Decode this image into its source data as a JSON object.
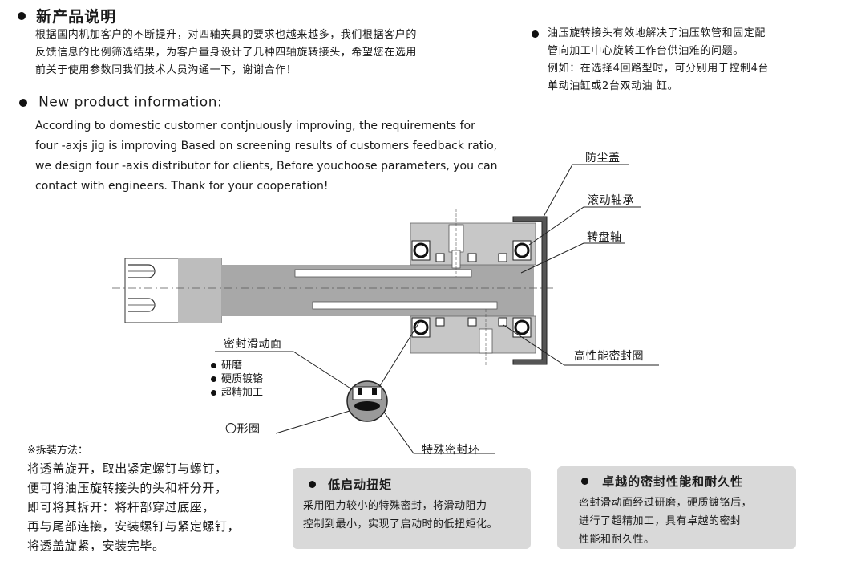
{
  "new_product": {
    "title_cn": "新产品说明",
    "para_cn": [
      "根据国内机加客户的不断提升，对四轴夹具的要求也越来越多，我们根据客户的",
      "反馈信息的比例筛选结果，为客户量身设计了几种四轴旋转接头，希望您在选用",
      "前关于使用参数同我们技术人员沟通一下，谢谢合作！"
    ],
    "title_en": "New product information:",
    "para_en": [
      "According to domestic customer contjnuously improving, the requirements for",
      "four -axjs jig is improving Based on screening results of customers feedback ratio,",
      "we design four -axis distributor for clients, Before youchoose parameters, you can",
      "contact with engineers. Thank for your cooperation!"
    ]
  },
  "right_note": {
    "lines": [
      "油压旋转接头有效地解决了油压软管和固定配",
      "管向加工中心旋转工作台供油难的问题。",
      "例如：在选择4回路型时，可分别用于控制4台",
      "单动油缸或2台双动油 缸。"
    ]
  },
  "diagram_labels": {
    "dust_cover": "防尘盖",
    "rolling_bearing": "滚动轴承",
    "turntable_shaft": "转盘轴",
    "high_perf_seal": "高性能密封圈",
    "seal_sliding_surface": "密封滑动面",
    "surface_items": [
      "研磨",
      "硬质镀铬",
      "超精加工"
    ],
    "o_ring": "〇形圈",
    "special_seal_ring": "特殊密封环"
  },
  "disassembly": {
    "title": "※拆装方法：",
    "lines": [
      "将透盖旋开，取出紧定螺钉与螺钉，",
      "便可将油压旋转接头的头和杆分开，",
      "即可将其拆开：将杆部穿过底座，",
      "再与尾部连接，安装螺钉与紧定螺钉，",
      "将透盖旋紧，安装完毕。"
    ]
  },
  "feature_low_torque": {
    "title": "低启动扭矩",
    "lines": [
      "采用阻力较小的特殊密封，将滑动阻力",
      "控制到最小，实现了启动时的低扭矩化。"
    ]
  },
  "feature_seal": {
    "title": "卓越的密封性能和耐久性",
    "lines": [
      "密封滑动面经过研磨，硬质镀铬后，",
      "进行了超精加工，具有卓越的密封",
      "性能和耐久性。"
    ]
  }
}
